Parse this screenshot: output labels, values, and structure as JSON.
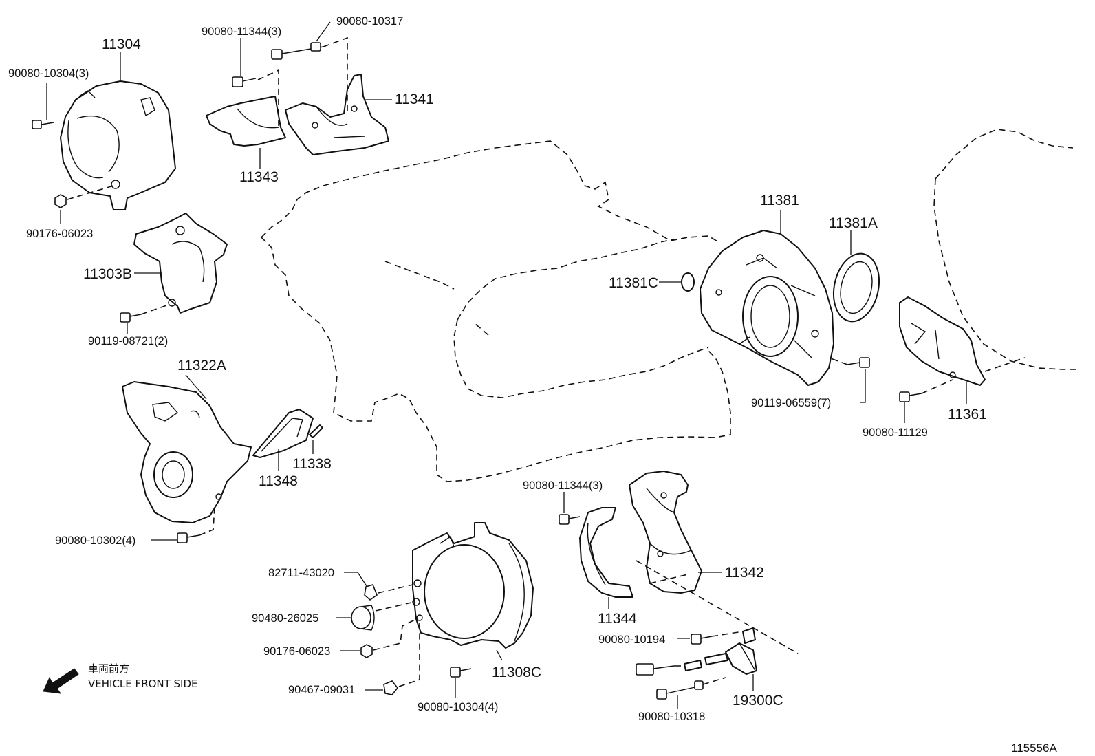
{
  "parts": {
    "p11304": "11304",
    "p90080_10304_3": "90080-10304(3)",
    "p90176_06023_top": "90176-06023",
    "p90080_11344_3_top": "90080-11344(3)",
    "p90080_10317": "90080-10317",
    "p11341": "11341",
    "p11343": "11343",
    "p11303B": "11303B",
    "p90119_08721_2": "90119-08721(2)",
    "p11322A": "11322A",
    "p11348": "11348",
    "p11338": "11338",
    "p90080_10302_4": "90080-10302(4)",
    "p11381": "11381",
    "p11381A": "11381A",
    "p11381C": "11381C",
    "p90119_06559_7": "90119-06559(7)",
    "p11361": "11361",
    "p90080_11129": "90080-11129",
    "p90080_11344_3_bot": "90080-11344(3)",
    "p11342": "11342",
    "p11344": "11344",
    "p82711_43020": "82711-43020",
    "p90480_26025": "90480-26025",
    "p90176_06023_bot": "90176-06023",
    "p90467_09031": "90467-09031",
    "p90080_10304_4": "90080-10304(4)",
    "p11308C": "11308C",
    "p90080_10194": "90080-10194",
    "p19300C": "19300C",
    "p90080_10318": "90080-10318"
  },
  "legend": {
    "direction_jp": "車両前方",
    "direction_en": "VEHICLE FRONT SIDE"
  },
  "diagram_id": "115556A",
  "icons": {
    "direction": "arrow-down-left-icon"
  }
}
